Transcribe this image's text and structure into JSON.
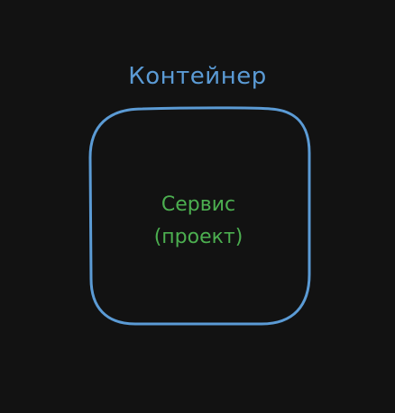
{
  "diagram": {
    "container": {
      "label": "Контейнер",
      "stroke_color": "#5b9bd5"
    },
    "service": {
      "line1": "Сервис",
      "line2": "(проект)",
      "text_color": "#4caf50"
    },
    "background": "#121212"
  }
}
